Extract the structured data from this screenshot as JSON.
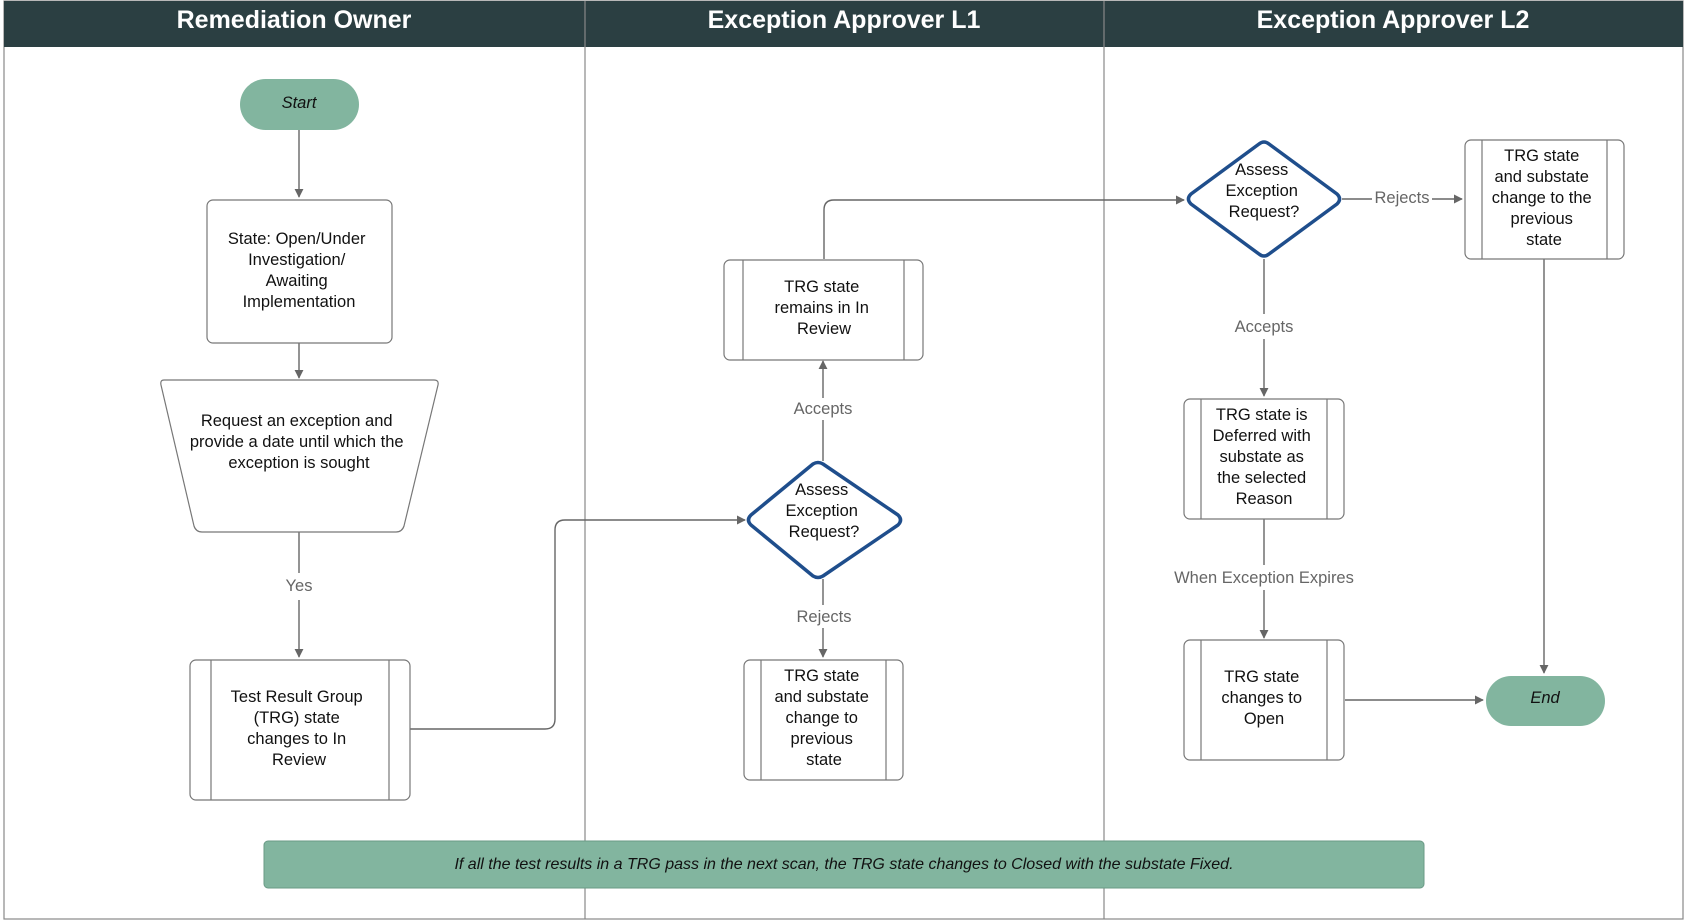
{
  "lanes": [
    {
      "title": "Remediation Owner"
    },
    {
      "title": "Exception Approver L1"
    },
    {
      "title": "Exception Approver L2"
    }
  ],
  "nodes": {
    "start": {
      "lines": [
        "Start"
      ]
    },
    "state_open": {
      "lines": [
        "State: Open/Under",
        "Investigation/",
        "Awaiting",
        "Implementation"
      ]
    },
    "request_exception": {
      "lines": [
        "Request an exception and",
        "provide a date until which the",
        "exception is sought"
      ]
    },
    "trg_in_review": {
      "lines": [
        "Test Result Group",
        "(TRG) state",
        "changes to In",
        "Review"
      ]
    },
    "assess_l1": {
      "lines": [
        "Assess",
        "Exception",
        "Request?"
      ]
    },
    "remains_in_review": {
      "lines": [
        "TRG state",
        "remains in In",
        "Review"
      ]
    },
    "l1_reject_result": {
      "lines": [
        "TRG state",
        "and substate",
        "change to",
        "previous",
        "state"
      ]
    },
    "assess_l2": {
      "lines": [
        "Assess",
        "Exception",
        "Request?"
      ]
    },
    "l2_reject_result": {
      "lines": [
        "TRG state",
        "and substate",
        "change to the",
        "previous",
        "state"
      ]
    },
    "deferred": {
      "lines": [
        "TRG state is",
        "Deferred with",
        "substate as",
        "the selected",
        "Reason"
      ]
    },
    "changes_to_open": {
      "lines": [
        "TRG state",
        "changes to",
        "Open"
      ]
    },
    "end": {
      "lines": [
        "End"
      ]
    }
  },
  "edge_labels": {
    "yes": "Yes",
    "l1_accepts": "Accepts",
    "l1_rejects": "Rejects",
    "l2_rejects": "Rejects",
    "l2_accepts": "Accepts",
    "expires": "When Exception Expires"
  },
  "note": "If all the test results in a TRG pass in the next scan, the TRG state changes to Closed with the substate Fixed.",
  "colors": {
    "header_bg": "#2b3f42",
    "terminal_fill": "#82b59f",
    "note_fill": "#82b59f",
    "decision_stroke": "#1f4e8c",
    "edge": "#666666",
    "box_stroke": "#777777"
  }
}
